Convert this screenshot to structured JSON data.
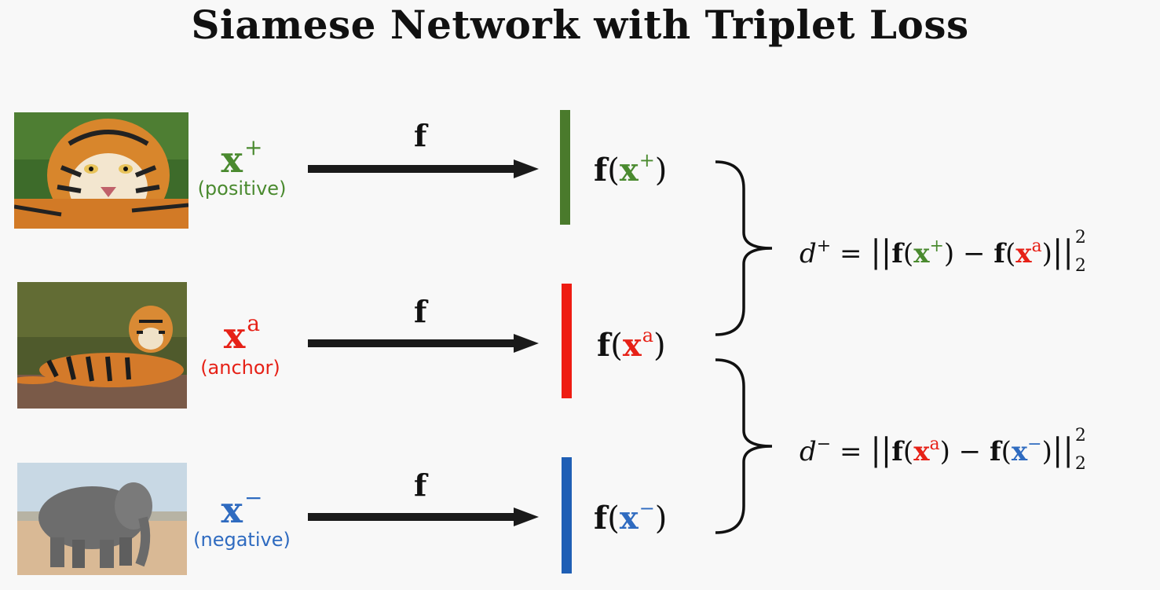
{
  "title": "Siamese Network with Triplet Loss",
  "colors": {
    "positive": "#4a8a2f",
    "anchor": "#e62117",
    "negative": "#2f6bc0"
  },
  "rows": {
    "positive": {
      "symbol": "x",
      "sup": "+",
      "sub": "(positive)",
      "func": "f",
      "image": "tiger-face-image"
    },
    "anchor": {
      "symbol": "x",
      "sup": "a",
      "sub": "(anchor)",
      "func": "f",
      "image": "tiger-lying-image"
    },
    "negative": {
      "symbol": "x",
      "sup": "−",
      "sub": "(negative)",
      "func": "f",
      "image": "elephant-image"
    }
  },
  "outputs": {
    "positive": {
      "f": "f",
      "x": "x",
      "sup": "+"
    },
    "anchor": {
      "f": "f",
      "x": "x",
      "sup": "a"
    },
    "negative": {
      "f": "f",
      "x": "x",
      "sup": "−"
    }
  },
  "equations": {
    "d_plus": {
      "d": "d",
      "sup": "+",
      "equals": "=",
      "x1": "x",
      "x1_sup": "+",
      "minus": "−",
      "x2": "x",
      "x2_sup": "a",
      "power": "2",
      "norm": "2"
    },
    "d_minus": {
      "d": "d",
      "sup": "−",
      "equals": "=",
      "x1": "x",
      "x1_sup": "a",
      "minus": "−",
      "x2": "x",
      "x2_sup": "−",
      "power": "2",
      "norm": "2"
    }
  }
}
